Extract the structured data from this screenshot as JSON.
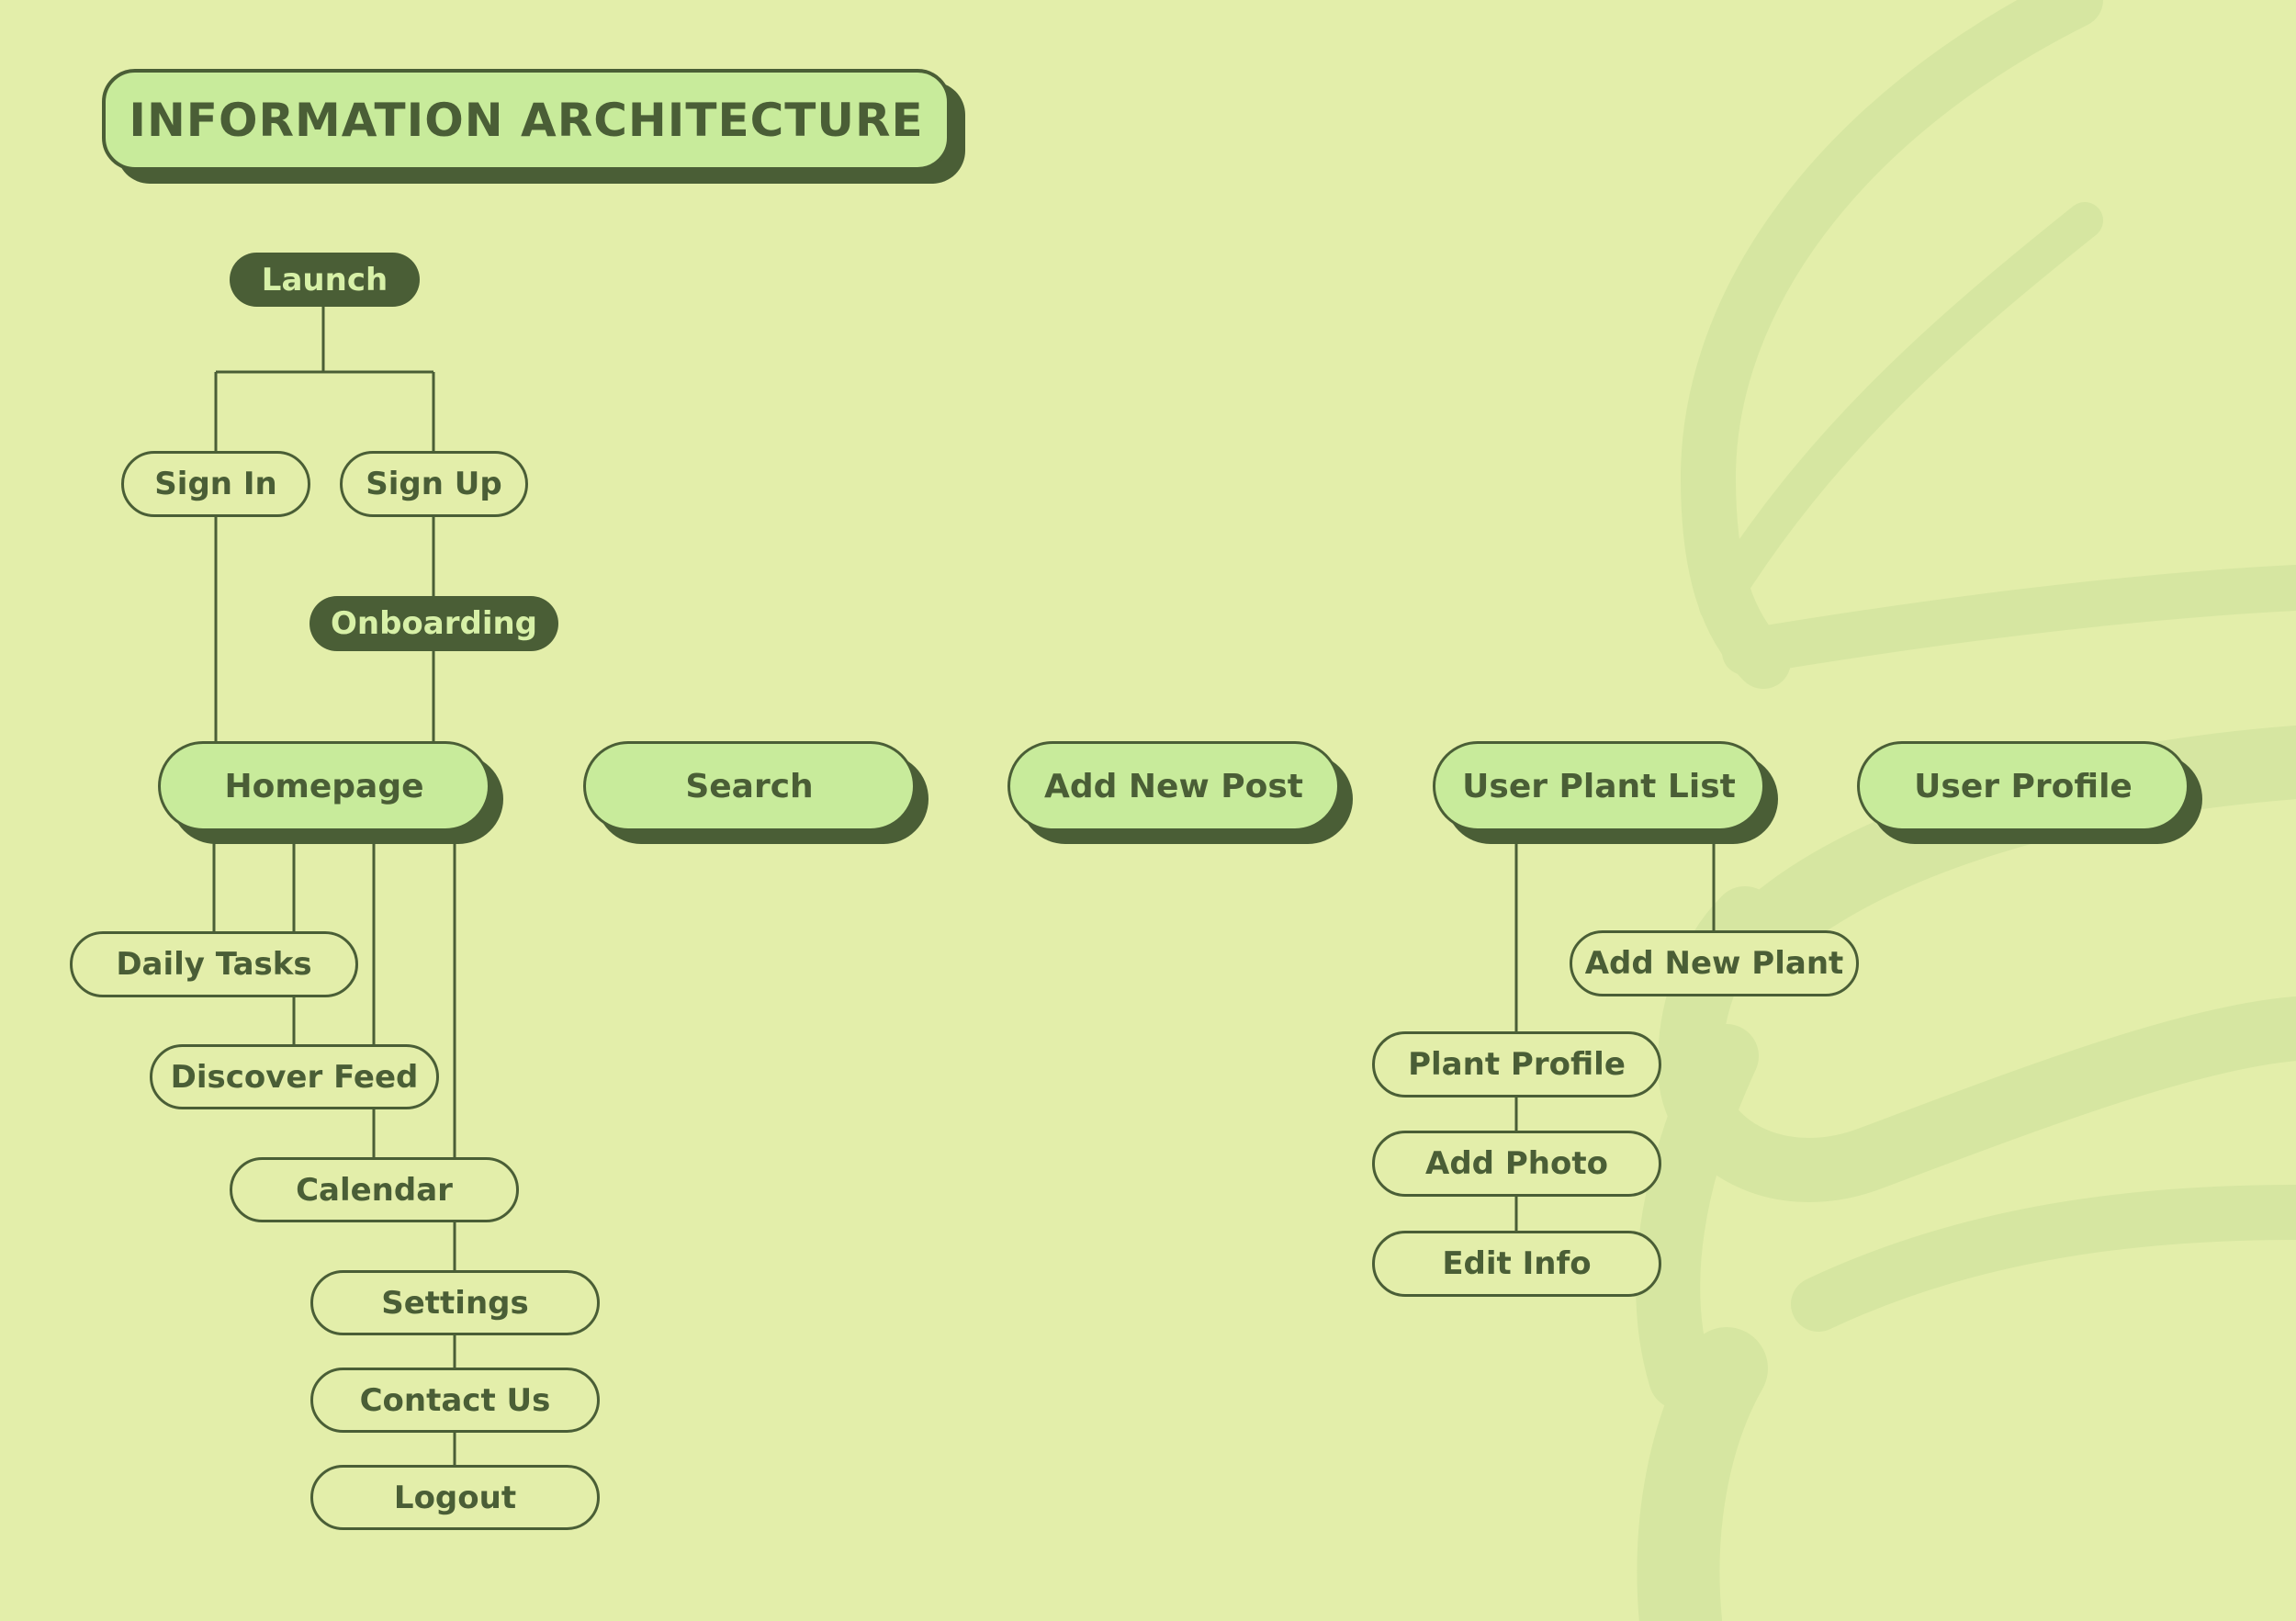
{
  "title": "INFORMATION ARCHITECTURE",
  "colors": {
    "background": "#e3eeaa",
    "primary_dark": "#4a5e36",
    "node_fill": "#c8eb9b",
    "dark_node_text": "#d7f0a7",
    "decor": "#d6e6a1"
  },
  "icons": [
    "leaf-decoration-icon"
  ],
  "flow": {
    "launch": "Launch",
    "sign_in": "Sign In",
    "sign_up": "Sign Up",
    "onboarding": "Onboarding"
  },
  "main_nav": {
    "homepage": "Homepage",
    "search": "Search",
    "add_new_post": "Add New Post",
    "user_plant_list": "User Plant List",
    "user_profile": "User Profile"
  },
  "homepage_children": {
    "daily_tasks": "Daily Tasks",
    "discover_feed": "Discover Feed",
    "calendar": "Calendar",
    "settings": "Settings",
    "contact_us": "Contact Us",
    "logout": "Logout"
  },
  "plant_list_children": {
    "add_new_plant": "Add New Plant",
    "plant_profile": "Plant Profile",
    "add_photo": "Add Photo",
    "edit_info": "Edit Info"
  }
}
